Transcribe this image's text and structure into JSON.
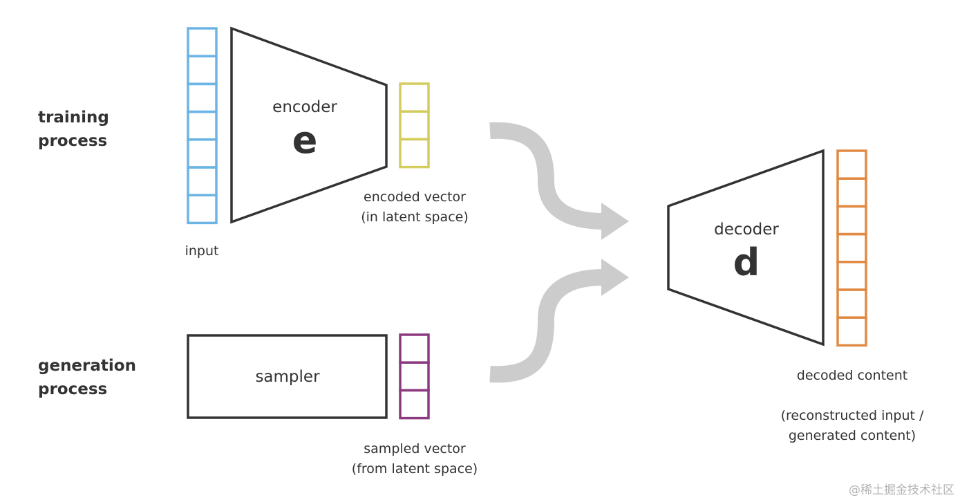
{
  "labels": {
    "training_line1": "training",
    "training_line2": "process",
    "generation_line1": "generation",
    "generation_line2": "process",
    "input": "input",
    "encoder": "encoder",
    "encoder_letter": "e",
    "encoded_line1": "encoded vector",
    "encoded_line2": "(in latent space)",
    "sampler": "sampler",
    "sampled_line1": "sampled vector",
    "sampled_line2": "(from latent space)",
    "decoder": "decoder",
    "decoder_letter": "d",
    "decoded": "decoded content",
    "recon_line1": "(reconstructed input /",
    "recon_line2": "generated content)",
    "watermark": "@稀土掘金技术社区"
  },
  "vectors": {
    "input": {
      "cells": 7,
      "color": "#6cb4e4"
    },
    "encoded": {
      "cells": 3,
      "color": "#d4cc5c"
    },
    "sampled": {
      "cells": 3,
      "color": "#8c3a80"
    },
    "decoded": {
      "cells": 7,
      "color": "#e08a44"
    }
  },
  "colors": {
    "outline": "#333333",
    "arrow": "#cccccc"
  }
}
